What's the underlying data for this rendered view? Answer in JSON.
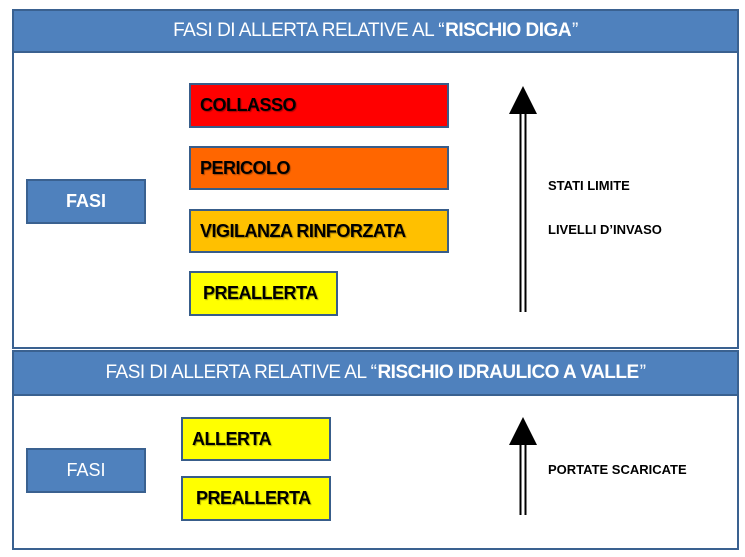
{
  "top": {
    "title_prefix": "FASI DI ALLERTA RELATIVE AL “",
    "title_bold": "RISCHIO DIGA",
    "title_suffix": "”",
    "fasi_label": "FASI",
    "phases": [
      {
        "label": "COLLASSO",
        "color": "#ff0000"
      },
      {
        "label": "PERICOLO",
        "color": "#ff6600"
      },
      {
        "label": "VIGILANZA RINFORZATA",
        "color": "#ffc000"
      },
      {
        "label": "PREALLERTA",
        "color": "#ffff00"
      }
    ],
    "arrow_labels": [
      "STATI LIMITE",
      "LIVELLI D’INVASO"
    ]
  },
  "bottom": {
    "title_prefix": "FASI DI ALLERTA RELATIVE AL “",
    "title_bold": "RISCHIO IDRAULICO A VALLE",
    "title_suffix": "”",
    "fasi_label": "FASI",
    "phases": [
      {
        "label": "ALLERTA",
        "color": "#ffff00"
      },
      {
        "label": "PREALLERTA",
        "color": "#ffff00"
      }
    ],
    "arrow_labels": [
      "PORTATE SCARICATE"
    ]
  }
}
